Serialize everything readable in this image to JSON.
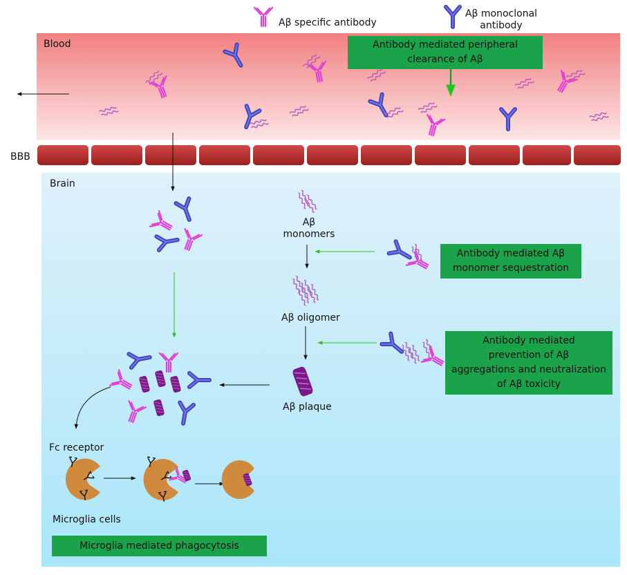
{
  "legend": {
    "specific_antibody": "Aβ specific antibody",
    "monoclonal_antibody_line1": "Aβ monoclonal",
    "monoclonal_antibody_line2": "antibody"
  },
  "regions": {
    "blood": "Blood",
    "bbb": "BBB",
    "brain": "Brain"
  },
  "boxes": {
    "peripheral_clearance_line1": "Antibody mediated peripheral",
    "peripheral_clearance_line2": "clearance of Aβ",
    "monomer_sequestration_line1": "Antibody mediated Aβ",
    "monomer_sequestration_line2": "monomer sequestration",
    "aggregation_prevention_line1": "Antibody mediated",
    "aggregation_prevention_line2": "prevention of Aβ",
    "aggregation_prevention_line3": "aggregations and neutralization",
    "aggregation_prevention_line4": "of Aβ toxicity",
    "phagocytosis": "Microglia mediated phagocytosis"
  },
  "labels": {
    "monomers_line1": "Aβ",
    "monomers_line2": "monomers",
    "oligomer": "Aβ oligomer",
    "plaque": "Aβ plaque",
    "fc_receptor": "Fc receptor",
    "microglia": "Microglia cells"
  },
  "colors": {
    "specific_antibody": "#e23fd6",
    "monoclonal_antibody": "#4a4fd0",
    "amyloid": "#b95dc0",
    "plaque": "#7a1a86",
    "bbb_cell": "#b52b2b",
    "microglia": "#d08a3e",
    "green_box": "#1aa34a",
    "green_arrow": "#22c81e"
  }
}
